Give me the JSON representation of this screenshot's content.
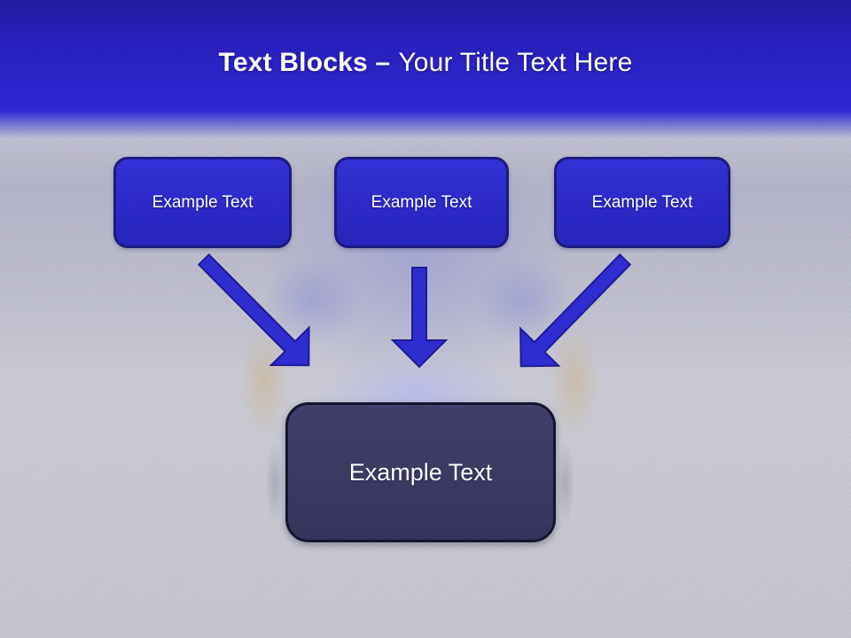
{
  "slide": {
    "title": {
      "bold": "Text Blocks –",
      "regular": "Your Title Text Here"
    }
  },
  "blocks": {
    "top": [
      {
        "label": "Example Text"
      },
      {
        "label": "Example Text"
      },
      {
        "label": "Example Text"
      }
    ],
    "center": {
      "label": "Example Text"
    }
  },
  "icons": {
    "arrow_left": "arrow-down-right-icon",
    "arrow_middle": "arrow-down-icon",
    "arrow_right": "arrow-down-left-icon"
  },
  "colors": {
    "header_top": "#231b9e",
    "header_blue": "#2c26cd",
    "box_fill": "#2e2bca",
    "box_border": "#1c1b7e",
    "center_fill": "#3b3a62",
    "center_border": "#15152e",
    "arrow_fill": "#2f2cd0",
    "arrow_border": "#1e1b96",
    "background": "#c7c7d2",
    "text": "#ffffff"
  }
}
